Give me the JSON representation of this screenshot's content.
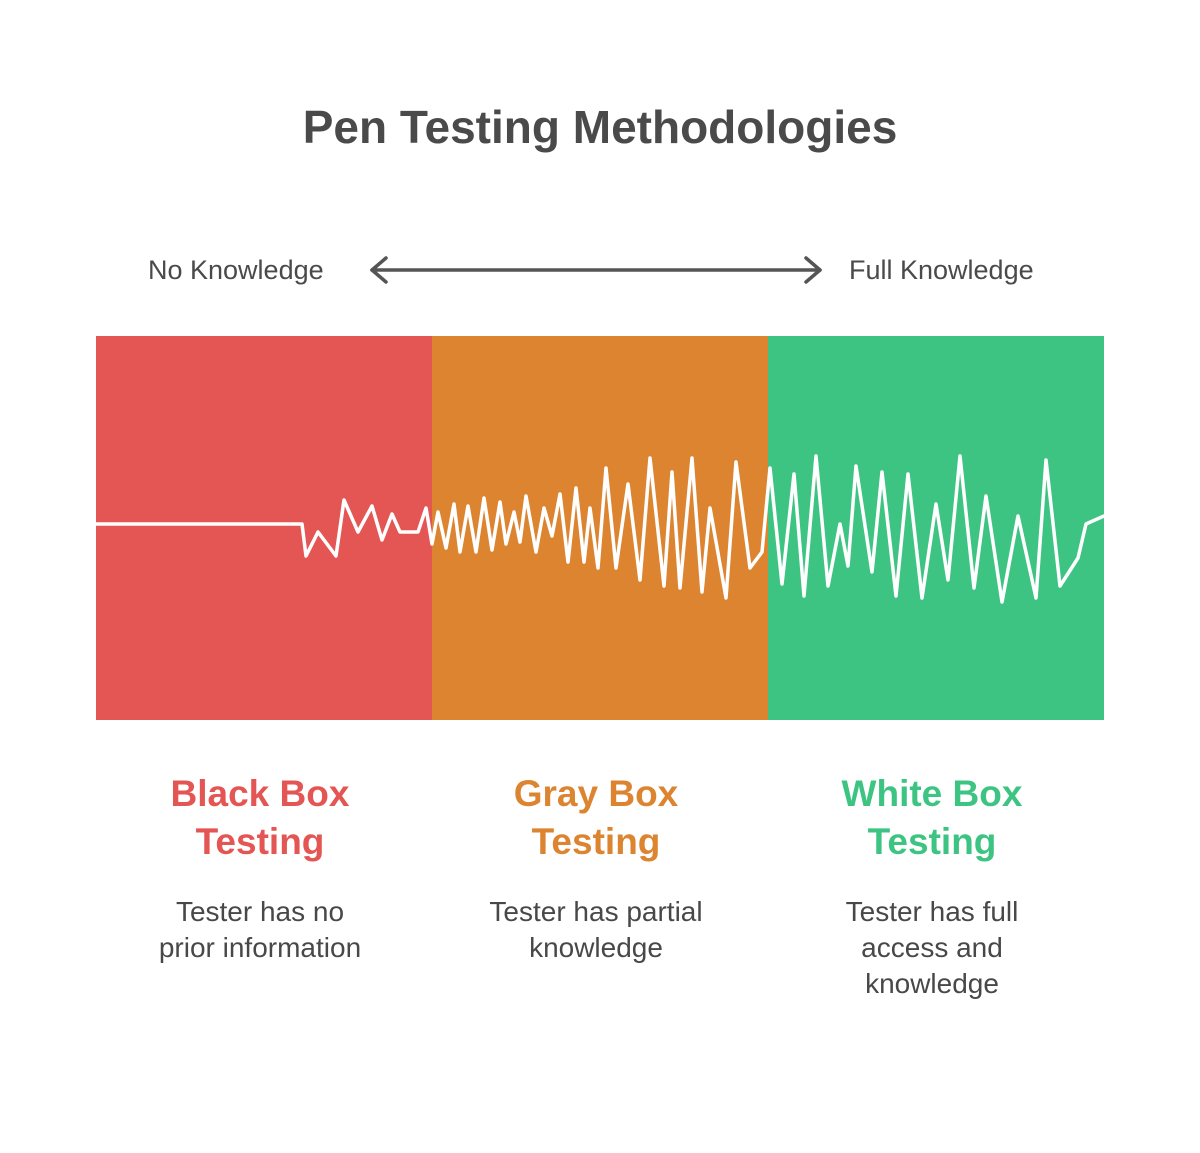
{
  "title": "Pen Testing Methodologies",
  "scale": {
    "left_label": "No Knowledge",
    "right_label": "Full Knowledge"
  },
  "colors": {
    "black_box": "#E45653",
    "gray_box": "#DC8430",
    "white_box": "#3EC482",
    "arrow": "#555555",
    "wave": "#ffffff"
  },
  "methods": [
    {
      "title": "Black Box Testing",
      "description": "Tester has no prior information",
      "color": "#E45653"
    },
    {
      "title": "Gray Box Testing",
      "description": "Tester has partial knowledge",
      "color": "#DC8430"
    },
    {
      "title": "White Box Testing",
      "description": "Tester has full access and knowledge",
      "color": "#3EC482"
    }
  ]
}
